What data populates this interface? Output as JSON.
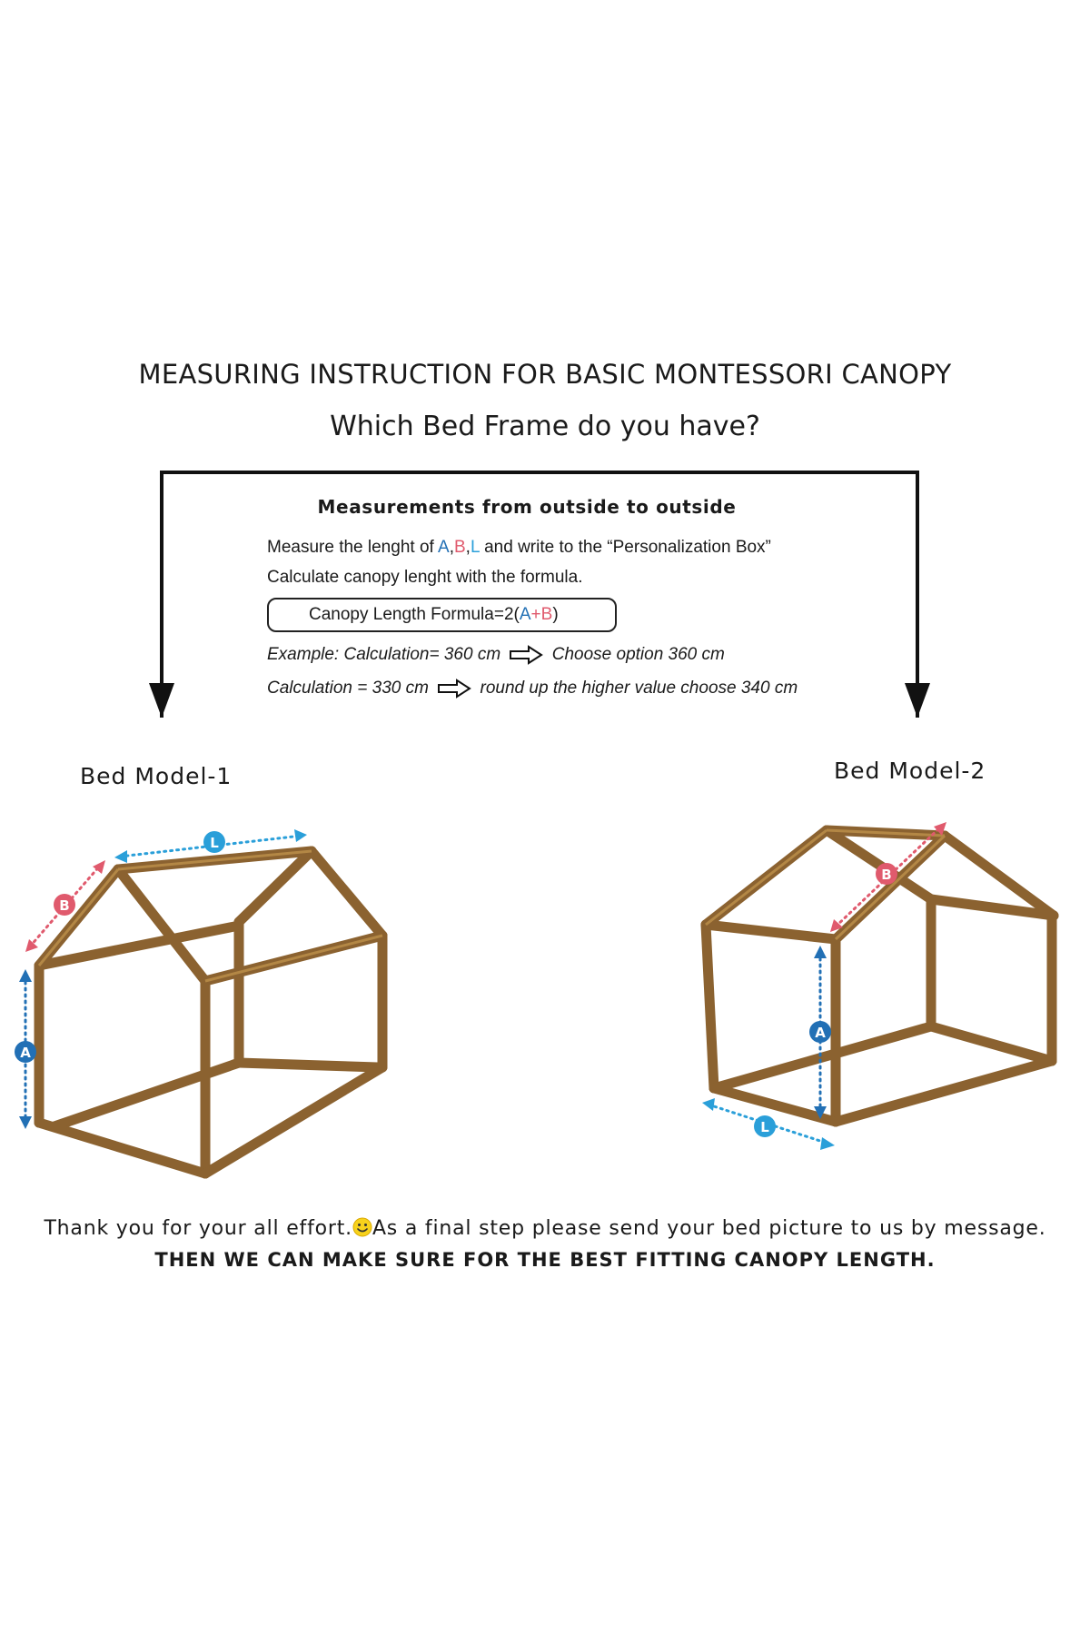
{
  "title": "MEASURING INSTRUCTION FOR BASIC MONTESSORI CANOPY",
  "subtitle": "Which Bed Frame do you have?",
  "measurements": {
    "heading": "Measurements  from outside to outside",
    "line1_prefix": "Measure the lenght of ",
    "a": "A",
    "comma1": ",",
    "b": "B",
    "comma2": ",",
    "l": "L",
    "line1_suffix": " and write to the “Personalization Box”",
    "line2": "Calculate canopy lenght with the formula.",
    "formula_prefix": "Canopy Length Formula=2(",
    "formula_a": "A",
    "formula_plus": "+",
    "formula_b": "B",
    "formula_suffix": ")",
    "example1_left": "Example: Calculation= 360 cm",
    "example1_right": "Choose option 360 cm",
    "example2_left": "Calculation = 330 cm",
    "example2_right": "round up the higher value choose 340 cm"
  },
  "models": {
    "model1_label": "Bed Model-1",
    "model2_label": "Bed Model-2",
    "badges": {
      "a": "A",
      "b": "B",
      "l": "L"
    }
  },
  "footer": {
    "thanks_part1": "Thank you for your all effort.",
    "thanks_part2": "As a final step please send your  bed picture to us by message.",
    "final": "THEN WE CAN MAKE SURE FOR THE BEST FITTING CANOPY LENGTH."
  },
  "colors": {
    "a": "#2270b5",
    "b": "#e05a6d",
    "l": "#2a9fd9",
    "wood": "#8b6230"
  }
}
